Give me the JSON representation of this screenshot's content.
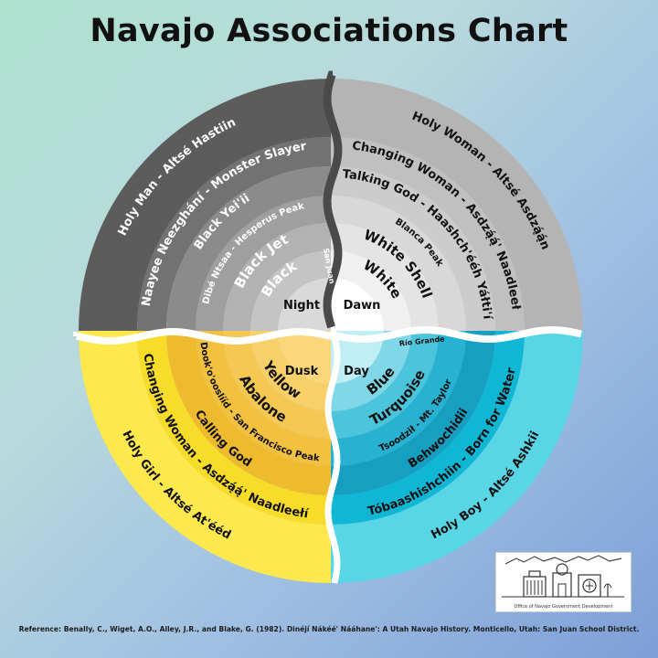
{
  "title": "Navajo Associations Chart",
  "quadrants": {
    "night": {
      "center": "Night",
      "rings": [
        "Black",
        "Black Jet",
        "Dibé Ntsaa - Hesperus Peak",
        "Black Yei'ii",
        "Naayee Neezghání - Monster Slayer",
        "Holy Man - Altsé Hastiin"
      ],
      "river": "San Juan"
    },
    "dawn": {
      "center": "Dawn",
      "rings": [
        "White",
        "White Shell",
        "Blanca Peak",
        "Talking God - Haashch'ééh Yáłti'í",
        "Changing Woman - Asdzą́ą́' Naadleeł",
        "Holy Woman - Altsé Asdzą́ą́n"
      ],
      "river": "Río Grande"
    },
    "dusk": {
      "center": "Dusk",
      "rings": [
        "Yellow",
        "Abalone",
        "Dook'o'ooslííd - San Francisco Peak",
        "Calling God",
        "Changing Woman - Asdzą́ą́' Naadleełí",
        "Holy Girl - Altsé At'ééd"
      ]
    },
    "day": {
      "center": "Day",
      "rings": [
        "Blue",
        "Turquoise",
        "Tsoodził - Mt. Taylor",
        "Behwochidii",
        "Tóbaashishchiin - Born for Water",
        "Holy Boy - Altsé Ashkii"
      ]
    }
  },
  "colors": {
    "night": [
      "#d9d9d9",
      "#c4c4c4",
      "#b2b2b2",
      "#9f9f9f",
      "#8b8b8b",
      "#727272",
      "#5c5c5c"
    ],
    "dawn": [
      "#ffffff",
      "#f0f0f0",
      "#e4e4e4",
      "#d8d8d8",
      "#cccccc",
      "#c0c0c0",
      "#b4b4b4"
    ],
    "dusk": [
      "#fbd77a",
      "#f8d069",
      "#f5c853",
      "#f2c13f",
      "#efbb2e",
      "#f7dc2a",
      "#fde84d"
    ],
    "day": [
      "#bfeef5",
      "#80d7e7",
      "#4cc4dc",
      "#26b2d0",
      "#169fc0",
      "#10b7d5",
      "#59d6e6"
    ]
  },
  "reference": "Reference: Benally, C., Wiget, A.O., Alley, J.R., and Blake, G. (1982). Dinéjí Nákéé' Nááhane': A Utah Navajo History. Monticello, Utah: San Juan School District.",
  "logo": {
    "caption": "Office of Navajo Government Development"
  }
}
